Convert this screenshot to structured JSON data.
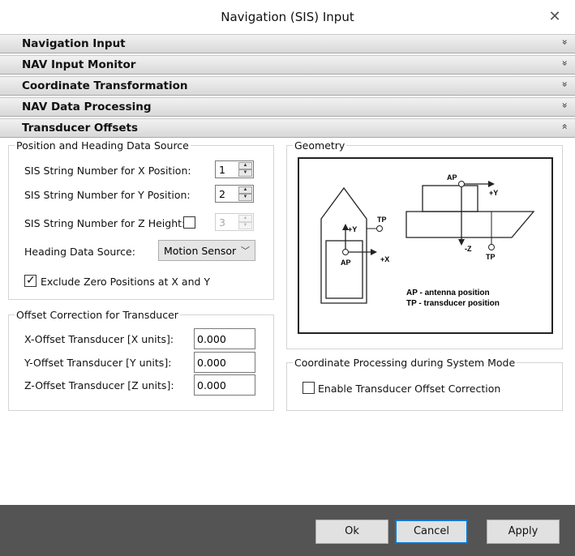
{
  "window": {
    "title": "Navigation (SIS) Input",
    "close_icon": "close-icon"
  },
  "sections": [
    {
      "label": "Navigation Input",
      "chevron": "»"
    },
    {
      "label": "NAV Input Monitor",
      "chevron": "»"
    },
    {
      "label": "Coordinate Transformation",
      "chevron": "»"
    },
    {
      "label": "NAV Data Processing",
      "chevron": "»"
    },
    {
      "label": "Transducer Offsets",
      "chevron": "«"
    }
  ],
  "position_source": {
    "legend": "Position and Heading Data Source",
    "x_label": "SIS String Number for X Position:",
    "x_value": "1",
    "y_label": "SIS String Number for Y Position:",
    "y_value": "2",
    "z_label": "SIS String Number for Z Height:",
    "z_value": "3",
    "z_checked": false,
    "heading_label": "Heading Data Source:",
    "heading_value": "Motion Sensor",
    "exclude_label": "Exclude Zero Positions at X and Y",
    "exclude_checked": true
  },
  "offset_correction": {
    "legend": "Offset Correction for Transducer",
    "x_label": "X-Offset Transducer [X units]:",
    "x_value": "0.000",
    "y_label": "Y-Offset Transducer [Y units]:",
    "y_value": "0.000",
    "z_label": "Z-Offset Transducer [Z units]:",
    "z_value": "0.000"
  },
  "geometry": {
    "legend": "Geometry",
    "labels": {
      "ap_left": "AP",
      "plus_y_left": "+Y",
      "plus_x": "+X",
      "tp_left": "TP",
      "ap_right": "AP",
      "plus_y_right": "+Y",
      "minus_z": "-Z",
      "tp_right": "TP",
      "legend_ap": "AP - antenna position",
      "legend_tp": "TP - transducer position"
    }
  },
  "coord_processing": {
    "legend": "Coordinate Processing during System Mode",
    "enable_label": "Enable Transducer Offset Correction",
    "enable_checked": false
  },
  "footer": {
    "ok": "Ok",
    "cancel": "Cancel",
    "apply": "Apply"
  }
}
